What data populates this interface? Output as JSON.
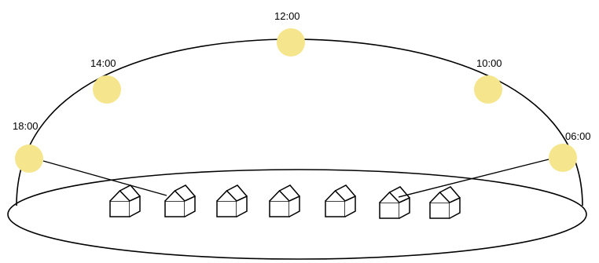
{
  "colors": {
    "sun": "#f5e58c",
    "stroke": "#000000",
    "background": "#ffffff"
  },
  "sun_positions": [
    {
      "id": "sun-1200",
      "label": "12:00"
    },
    {
      "id": "sun-1400",
      "label": "14:00"
    },
    {
      "id": "sun-1000",
      "label": "10:00"
    },
    {
      "id": "sun-1800",
      "label": "18:00"
    },
    {
      "id": "sun-0600",
      "label": "06:00"
    }
  ],
  "houses": [
    {
      "id": "house-1"
    },
    {
      "id": "house-2"
    },
    {
      "id": "house-3"
    },
    {
      "id": "house-4"
    },
    {
      "id": "house-5"
    },
    {
      "id": "house-6"
    },
    {
      "id": "house-7"
    }
  ]
}
